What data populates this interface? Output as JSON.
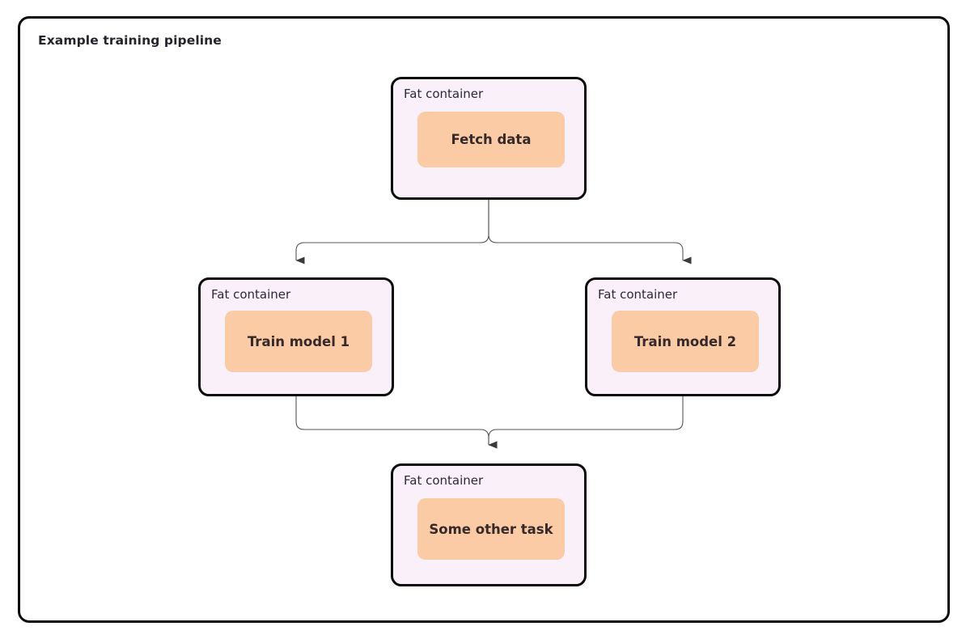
{
  "diagram": {
    "title": "Example training pipeline",
    "type": "flowchart",
    "colors": {
      "frame_border": "#0b0b0b",
      "canvas_background": "#ffffff",
      "container_fill": "#f9f0fa",
      "container_border": "#0b0b0b",
      "task_fill": "#fbcba6",
      "task_text": "#35292a",
      "label_text": "#2b2b35",
      "edge_stroke": "#555555"
    },
    "nodes": [
      {
        "id": "fetch-data",
        "container_label": "Fat container",
        "task_label": "Fetch data"
      },
      {
        "id": "train-model-1",
        "container_label": "Fat container",
        "task_label": "Train model 1"
      },
      {
        "id": "train-model-2",
        "container_label": "Fat container",
        "task_label": "Train model 2"
      },
      {
        "id": "some-other-task",
        "container_label": "Fat container",
        "task_label": "Some other task"
      }
    ],
    "edges": [
      {
        "from": "fetch-data",
        "to": "train-model-1"
      },
      {
        "from": "fetch-data",
        "to": "train-model-2"
      },
      {
        "from": "train-model-1",
        "to": "some-other-task"
      },
      {
        "from": "train-model-2",
        "to": "some-other-task"
      }
    ]
  }
}
